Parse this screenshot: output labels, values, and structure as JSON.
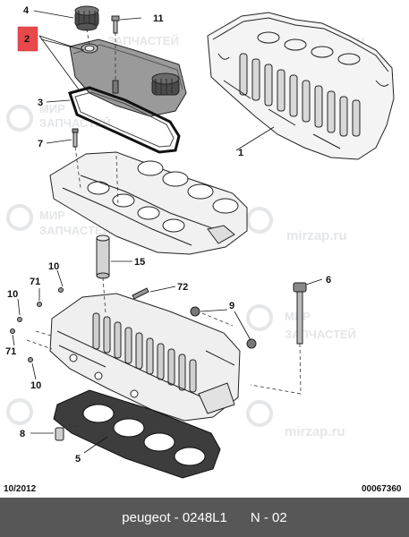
{
  "callouts": {
    "c1": "1",
    "c2": "2",
    "c3": "3",
    "c4": "4",
    "c5": "5",
    "c6": "6",
    "c7": "7",
    "c8": "8",
    "c9": "9",
    "c10a": "10",
    "c10b": "10",
    "c10c": "10",
    "c11": "11",
    "c15": "15",
    "c71a": "71",
    "c71b": "71",
    "c72": "72"
  },
  "watermark": {
    "brand_ru_1": "МИР",
    "brand_ru_2": "ЗАПЧАСТЕЙ",
    "domain": "mirzap.ru"
  },
  "footer": {
    "date": "10/2012",
    "doc_number": "00067360"
  },
  "bottom_bar": {
    "brand_code": "peugeot - 0248L1",
    "page": "N - 02"
  },
  "colors": {
    "highlight_box": "#e8484a",
    "bottom_bar": "#575757",
    "line_art": "#222222"
  }
}
